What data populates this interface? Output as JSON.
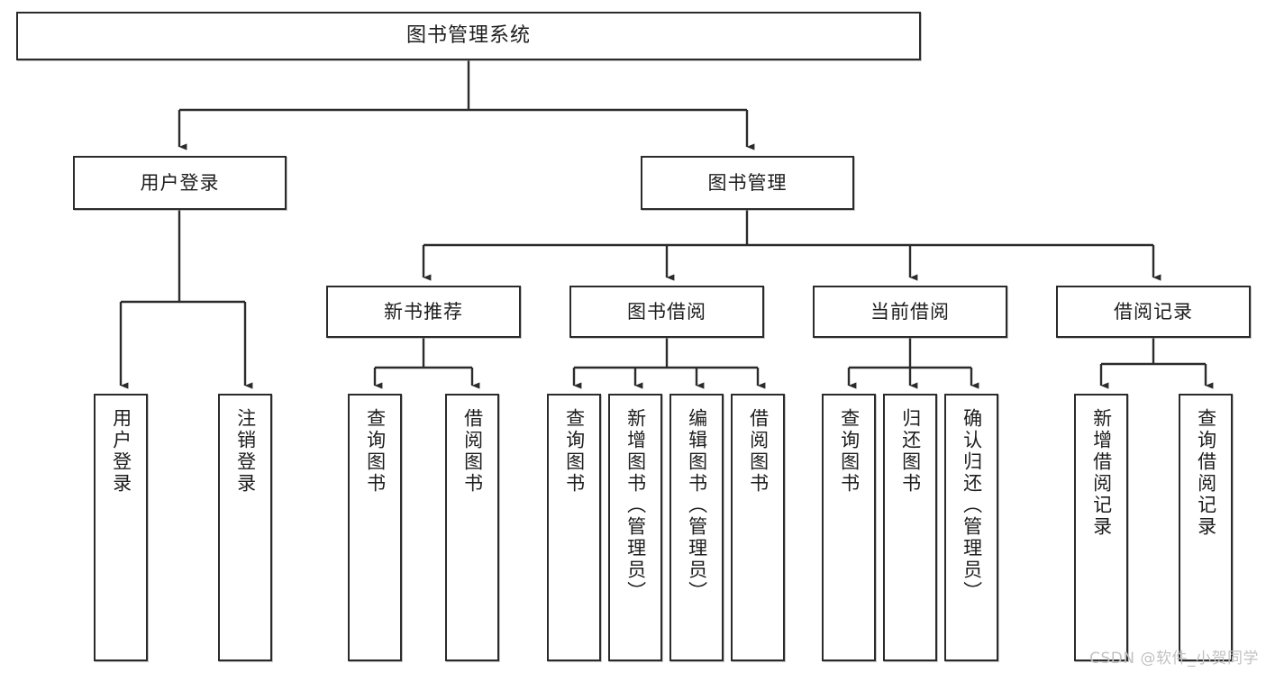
{
  "diagram": {
    "title": "图书管理系统",
    "type": "tree-hierarchy",
    "watermark": "CSDN @软件_小贺同学",
    "colors": {
      "box_border": "#2b2b2b",
      "box_fill": "#ffffff",
      "edge": "#2b2b2b",
      "text": "#1d1d1d",
      "watermark": "#c2c2c2"
    },
    "root": {
      "label": "图书管理系统"
    },
    "level2": [
      {
        "label": "用户登录"
      },
      {
        "label": "图书管理"
      }
    ],
    "level3": [
      {
        "label": "新书推荐"
      },
      {
        "label": "图书借阅"
      },
      {
        "label": "当前借阅"
      },
      {
        "label": "借阅记录"
      }
    ],
    "leaves": {
      "user_login": [
        {
          "label": "用户登录"
        },
        {
          "label": "注销登录"
        }
      ],
      "new_book_recommend": [
        {
          "label": "查询图书"
        },
        {
          "label": "借阅图书"
        }
      ],
      "book_borrow": [
        {
          "label": "查询图书"
        },
        {
          "label": "新增图书（管理员）"
        },
        {
          "label": "编辑图书（管理员）"
        },
        {
          "label": "借阅图书"
        }
      ],
      "current_borrow": [
        {
          "label": "查询图书"
        },
        {
          "label": "归还图书"
        },
        {
          "label": "确认归还（管理员）"
        }
      ],
      "borrow_record": [
        {
          "label": "新增借阅记录"
        },
        {
          "label": "查询借阅记录"
        }
      ]
    }
  }
}
